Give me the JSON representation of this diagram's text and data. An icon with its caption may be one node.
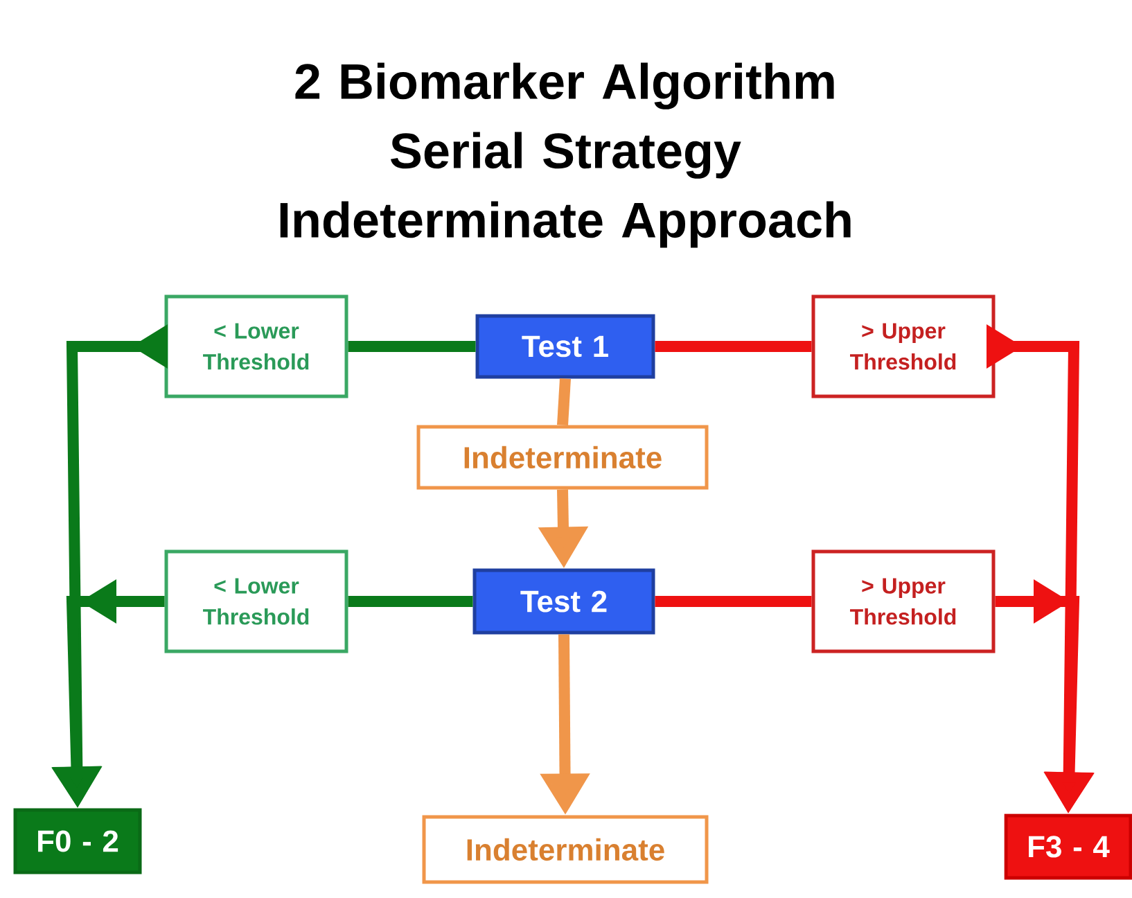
{
  "diagram": {
    "title": "2 Biomarker Algorithm Serial Strategy Indeterminate Approach",
    "nodes": [
      {
        "text": [
          "< Lower Threshold"
        ]
      },
      {
        "text": [
          "Test 1"
        ]
      },
      {
        "text": [
          "> Upper Threshold"
        ]
      },
      {
        "text": [
          "Indeterminate"
        ]
      },
      {
        "text": [
          "< Lower Threshold"
        ]
      },
      {
        "text": [
          "Test 2"
        ]
      },
      {
        "text": [
          "> Upper Threshold"
        ]
      },
      {
        "text": [
          "F0 - 2"
        ]
      },
      {
        "text": [
          "Indeterminate"
        ]
      },
      {
        "text": [
          "F3 - 4"
        ]
      }
    ],
    "edges": [
      {
        "from": 1,
        "to": 0,
        "arrow": "none",
        "color": "#0a7a1a"
      },
      {
        "from": 0,
        "to": 7,
        "arrow": "to",
        "color": "#0a7a1a"
      },
      {
        "from": 5,
        "to": 4,
        "arrow": "none",
        "color": "#0a7a1a"
      },
      {
        "from": 4,
        "to": 7,
        "arrow": "to",
        "color": "#0a7a1a"
      },
      {
        "from": 1,
        "to": 2,
        "arrow": "none",
        "color": "#ee1111"
      },
      {
        "from": 2,
        "to": 9,
        "arrow": "to",
        "color": "#ee1111"
      },
      {
        "from": 5,
        "to": 6,
        "arrow": "none",
        "color": "#ee1111"
      },
      {
        "from": 6,
        "to": 9,
        "arrow": "to",
        "color": "#ee1111"
      },
      {
        "from": 1,
        "to": 3,
        "arrow": "none",
        "color": "#f0964a"
      },
      {
        "from": 3,
        "to": 5,
        "arrow": "to",
        "color": "#f0964a"
      },
      {
        "from": 5,
        "to": 8,
        "arrow": "to",
        "color": "#f0964a"
      }
    ]
  }
}
